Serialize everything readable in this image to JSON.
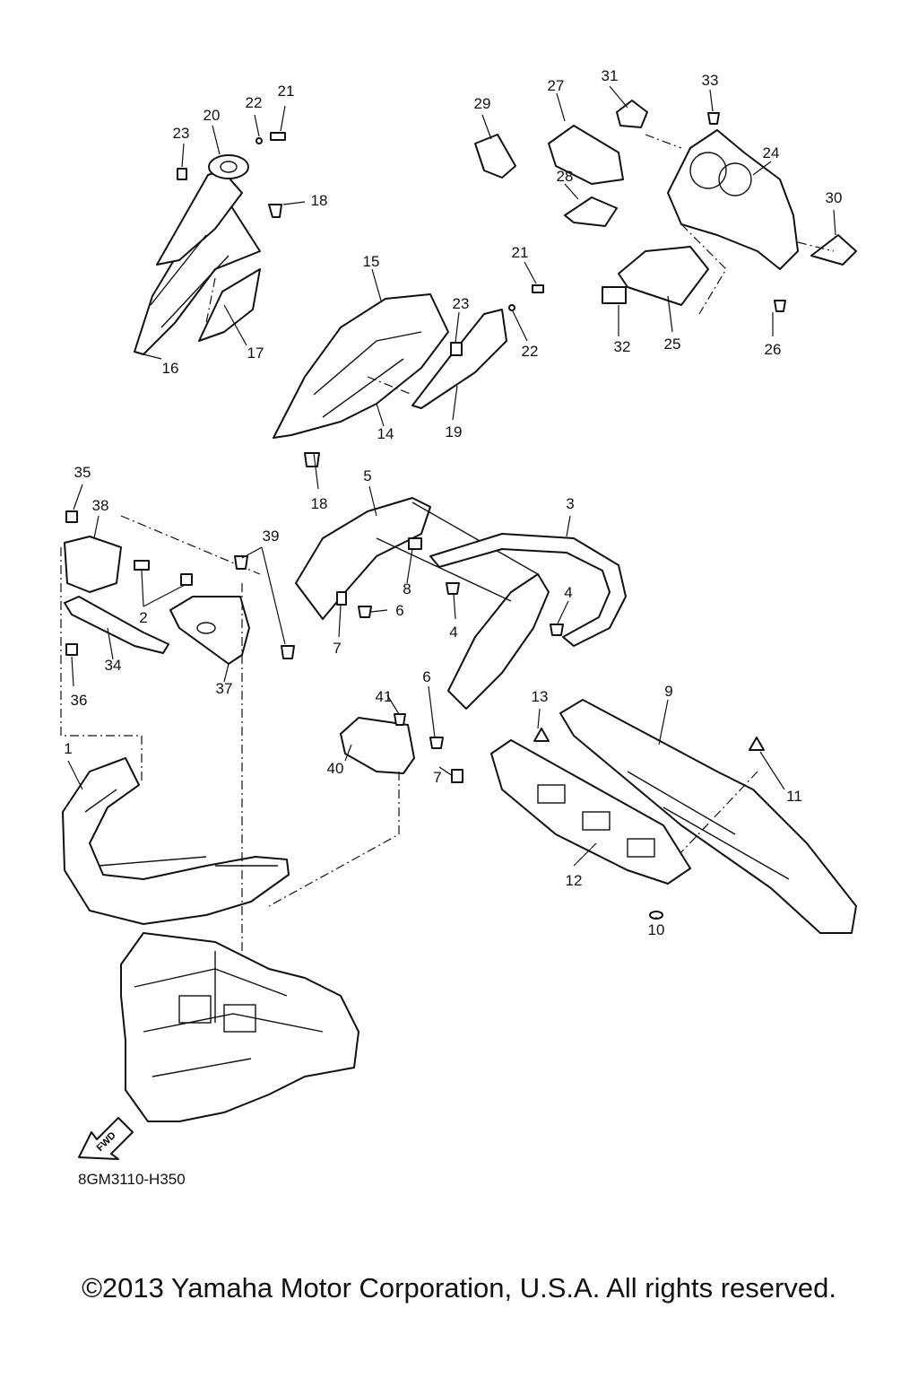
{
  "drawing_code": "8GM3110-H350",
  "copyright": "©2013 Yamaha Motor Corporation, U.S.A. All rights reserved.",
  "fwd_label": "FWD",
  "callouts": [
    "1",
    "2",
    "3",
    "4",
    "4",
    "5",
    "6",
    "6",
    "7",
    "7",
    "8",
    "9",
    "10",
    "11",
    "12",
    "13",
    "14",
    "15",
    "16",
    "17",
    "18",
    "18",
    "19",
    "20",
    "21",
    "21",
    "22",
    "22",
    "23",
    "23",
    "24",
    "25",
    "26",
    "27",
    "28",
    "29",
    "30",
    "31",
    "32",
    "33",
    "34",
    "35",
    "36",
    "37",
    "38",
    "39",
    "40",
    "41"
  ]
}
